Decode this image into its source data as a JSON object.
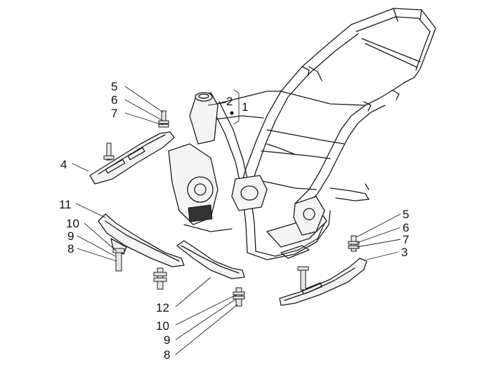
{
  "diagram": {
    "callouts": {
      "c1": "1",
      "c2": "2",
      "c3": "3",
      "c4": "4",
      "c5a": "5",
      "c6a": "6",
      "c7a": "7",
      "c5b": "5",
      "c6b": "6",
      "c7b": "7",
      "c8a": "8",
      "c9a": "9",
      "c10a": "10",
      "c11": "11",
      "c12": "12",
      "c10b": "10",
      "c9b": "9",
      "c8b": "8"
    }
  }
}
